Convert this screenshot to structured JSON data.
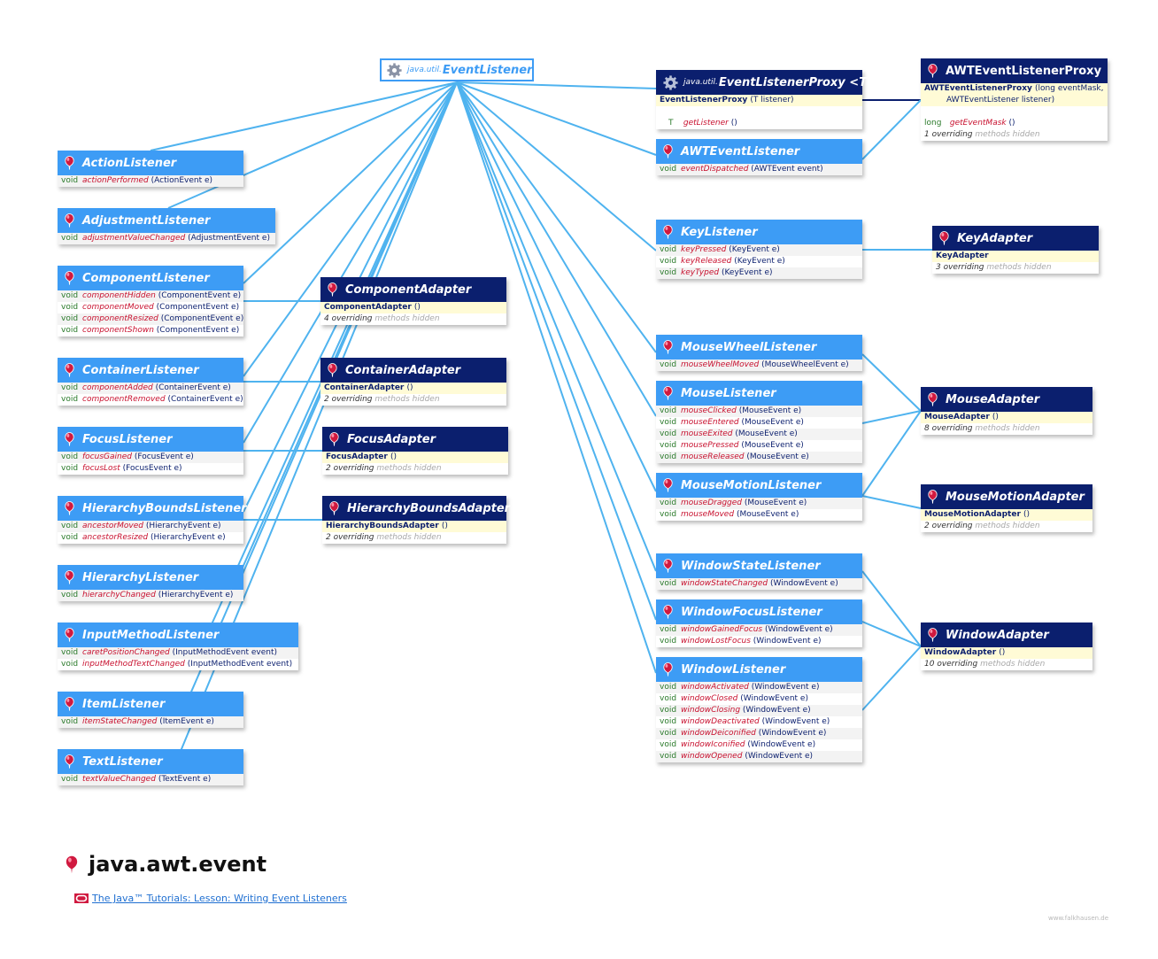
{
  "root": {
    "package": "java.util.",
    "name": "EventListener"
  },
  "proxy": {
    "package": "java.util.",
    "name": "EventListenerProxy <T>",
    "ctor": "EventListenerProxy",
    "ctor_params": "(T listener)",
    "method_ret": "T",
    "method": "getListener",
    "method_params": "()"
  },
  "awt_proxy": {
    "name": "AWTEventListenerProxy",
    "ctor": "AWTEventListenerProxy",
    "ctor_params": "(long eventMask,",
    "ctor_params2": "AWTEventListener listener)",
    "method_ret": "long",
    "method": "getEventMask",
    "method_params": "()",
    "hidden_count": "1 overriding",
    "hidden_suffix": "methods hidden"
  },
  "listeners_left": [
    {
      "id": "action",
      "name": "ActionListener",
      "methods": [
        {
          "ret": "void",
          "name": "actionPerformed",
          "params": "(ActionEvent e)"
        }
      ]
    },
    {
      "id": "adjustment",
      "name": "AdjustmentListener",
      "methods": [
        {
          "ret": "void",
          "name": "adjustmentValueChanged",
          "params": "(AdjustmentEvent e)"
        }
      ]
    },
    {
      "id": "component",
      "name": "ComponentListener",
      "methods": [
        {
          "ret": "void",
          "name": "componentHidden",
          "params": "(ComponentEvent e)"
        },
        {
          "ret": "void",
          "name": "componentMoved",
          "params": "(ComponentEvent e)"
        },
        {
          "ret": "void",
          "name": "componentResized",
          "params": "(ComponentEvent e)"
        },
        {
          "ret": "void",
          "name": "componentShown",
          "params": "(ComponentEvent e)"
        }
      ]
    },
    {
      "id": "container",
      "name": "ContainerListener",
      "methods": [
        {
          "ret": "void",
          "name": "componentAdded",
          "params": "(ContainerEvent e)"
        },
        {
          "ret": "void",
          "name": "componentRemoved",
          "params": "(ContainerEvent e)"
        }
      ]
    },
    {
      "id": "focus",
      "name": "FocusListener",
      "methods": [
        {
          "ret": "void",
          "name": "focusGained",
          "params": "(FocusEvent e)"
        },
        {
          "ret": "void",
          "name": "focusLost",
          "params": "(FocusEvent e)"
        }
      ]
    },
    {
      "id": "hbounds",
      "name": "HierarchyBoundsListener",
      "methods": [
        {
          "ret": "void",
          "name": "ancestorMoved",
          "params": "(HierarchyEvent e)"
        },
        {
          "ret": "void",
          "name": "ancestorResized",
          "params": "(HierarchyEvent e)"
        }
      ]
    },
    {
      "id": "hierarchy",
      "name": "HierarchyListener",
      "methods": [
        {
          "ret": "void",
          "name": "hierarchyChanged",
          "params": "(HierarchyEvent e)"
        }
      ]
    },
    {
      "id": "inputmethod",
      "name": "InputMethodListener",
      "methods": [
        {
          "ret": "void",
          "name": "caretPositionChanged",
          "params": "(InputMethodEvent event)"
        },
        {
          "ret": "void",
          "name": "inputMethodTextChanged",
          "params": "(InputMethodEvent event)"
        }
      ]
    },
    {
      "id": "item",
      "name": "ItemListener",
      "methods": [
        {
          "ret": "void",
          "name": "itemStateChanged",
          "params": "(ItemEvent e)"
        }
      ]
    },
    {
      "id": "text",
      "name": "TextListener",
      "methods": [
        {
          "ret": "void",
          "name": "textValueChanged",
          "params": "(TextEvent e)"
        }
      ]
    }
  ],
  "listeners_right": [
    {
      "id": "awtevent",
      "name": "AWTEventListener",
      "methods": [
        {
          "ret": "void",
          "name": "eventDispatched",
          "params": "(AWTEvent event)"
        }
      ]
    },
    {
      "id": "key",
      "name": "KeyListener",
      "methods": [
        {
          "ret": "void",
          "name": "keyPressed",
          "params": "(KeyEvent e)"
        },
        {
          "ret": "void",
          "name": "keyReleased",
          "params": "(KeyEvent e)"
        },
        {
          "ret": "void",
          "name": "keyTyped",
          "params": "(KeyEvent e)"
        }
      ]
    },
    {
      "id": "mousewheel",
      "name": "MouseWheelListener",
      "methods": [
        {
          "ret": "void",
          "name": "mouseWheelMoved",
          "params": "(MouseWheelEvent e)"
        }
      ]
    },
    {
      "id": "mouse",
      "name": "MouseListener",
      "methods": [
        {
          "ret": "void",
          "name": "mouseClicked",
          "params": "(MouseEvent e)"
        },
        {
          "ret": "void",
          "name": "mouseEntered",
          "params": "(MouseEvent e)"
        },
        {
          "ret": "void",
          "name": "mouseExited",
          "params": "(MouseEvent e)"
        },
        {
          "ret": "void",
          "name": "mousePressed",
          "params": "(MouseEvent e)"
        },
        {
          "ret": "void",
          "name": "mouseReleased",
          "params": "(MouseEvent e)"
        }
      ]
    },
    {
      "id": "mousemotion",
      "name": "MouseMotionListener",
      "methods": [
        {
          "ret": "void",
          "name": "mouseDragged",
          "params": "(MouseEvent e)"
        },
        {
          "ret": "void",
          "name": "mouseMoved",
          "params": "(MouseEvent e)"
        }
      ]
    },
    {
      "id": "windowstate",
      "name": "WindowStateListener",
      "methods": [
        {
          "ret": "void",
          "name": "windowStateChanged",
          "params": "(WindowEvent e)"
        }
      ]
    },
    {
      "id": "windowfocus",
      "name": "WindowFocusListener",
      "methods": [
        {
          "ret": "void",
          "name": "windowGainedFocus",
          "params": "(WindowEvent e)"
        },
        {
          "ret": "void",
          "name": "windowLostFocus",
          "params": "(WindowEvent e)"
        }
      ]
    },
    {
      "id": "window",
      "name": "WindowListener",
      "methods": [
        {
          "ret": "void",
          "name": "windowActivated",
          "params": "(WindowEvent e)"
        },
        {
          "ret": "void",
          "name": "windowClosed",
          "params": "(WindowEvent e)"
        },
        {
          "ret": "void",
          "name": "windowClosing",
          "params": "(WindowEvent e)"
        },
        {
          "ret": "void",
          "name": "windowDeactivated",
          "params": "(WindowEvent e)"
        },
        {
          "ret": "void",
          "name": "windowDeiconified",
          "params": "(WindowEvent e)"
        },
        {
          "ret": "void",
          "name": "windowIconified",
          "params": "(WindowEvent e)"
        },
        {
          "ret": "void",
          "name": "windowOpened",
          "params": "(WindowEvent e)"
        }
      ]
    }
  ],
  "adapters_mid": [
    {
      "id": "componentadapter",
      "name": "ComponentAdapter",
      "ctor": "ComponentAdapter",
      "ctor_params": "()",
      "hidden_count": "4 overriding",
      "hidden_suffix": "methods hidden"
    },
    {
      "id": "containeradapter",
      "name": "ContainerAdapter",
      "ctor": "ContainerAdapter",
      "ctor_params": "()",
      "hidden_count": "2 overriding",
      "hidden_suffix": "methods hidden"
    },
    {
      "id": "focusadapter",
      "name": "FocusAdapter",
      "ctor": "FocusAdapter",
      "ctor_params": "()",
      "hidden_count": "2 overriding",
      "hidden_suffix": "methods hidden"
    },
    {
      "id": "hboundsadapter",
      "name": "HierarchyBoundsAdapter",
      "ctor": "HierarchyBoundsAdapter",
      "ctor_params": "()",
      "hidden_count": "2 overriding",
      "hidden_suffix": "methods hidden"
    }
  ],
  "adapters_right": [
    {
      "id": "keyadapter",
      "name": "KeyAdapter",
      "ctor": "KeyAdapter",
      "ctor_params": "",
      "hidden_count": "3 overriding",
      "hidden_suffix": "methods hidden"
    },
    {
      "id": "mouseadapter",
      "name": "MouseAdapter",
      "ctor": "MouseAdapter",
      "ctor_params": "()",
      "hidden_count": "8 overriding",
      "hidden_suffix": "methods hidden"
    },
    {
      "id": "mousemotionadapter",
      "name": "MouseMotionAdapter",
      "ctor": "MouseMotionAdapter",
      "ctor_params": "()",
      "hidden_count": "2 overriding",
      "hidden_suffix": "methods hidden"
    },
    {
      "id": "windowadapter",
      "name": "WindowAdapter",
      "ctor": "WindowAdapter",
      "ctor_params": "()",
      "hidden_count": "10 overriding",
      "hidden_suffix": "methods hidden"
    }
  ],
  "package_title": "java.awt.event",
  "tutorial_link": "The Java™ Tutorials: Lesson: Writing Event Listeners",
  "credit": "www.falkhausen.de",
  "colors": {
    "interface": "#3d9cf5",
    "class": "#0b1f6e",
    "edge": "#4fb3ef",
    "method": "#c8102e",
    "return": "#2a7a2a",
    "ctor_bg": "#fffbd6"
  }
}
